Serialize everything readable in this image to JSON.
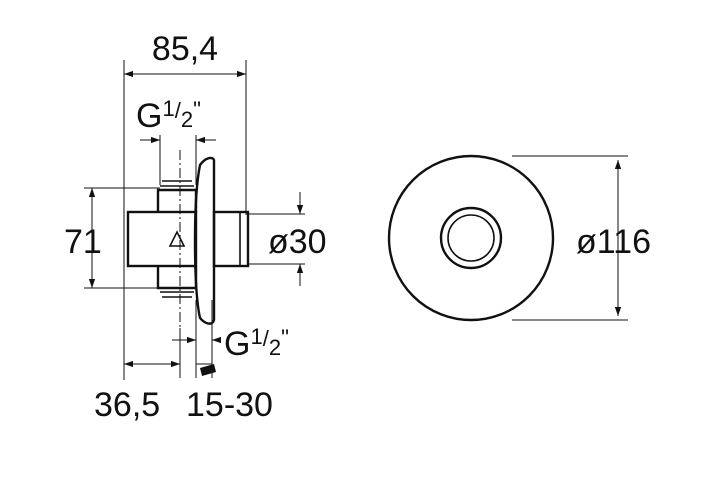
{
  "side_view": {
    "overall_width": "85,4",
    "top_thread": {
      "base": "G",
      "sup": "1",
      "slash": "/",
      "sub": "2",
      "mark": "\""
    },
    "height": "71",
    "outlet_diameter": "ø30",
    "bottom_thread": {
      "base": "G",
      "sup": "1",
      "slash": "/",
      "sub": "2",
      "mark": "\""
    },
    "body_depth": "36,5",
    "wall_range": "15-30"
  },
  "front_view": {
    "plate_diameter": "ø116"
  }
}
